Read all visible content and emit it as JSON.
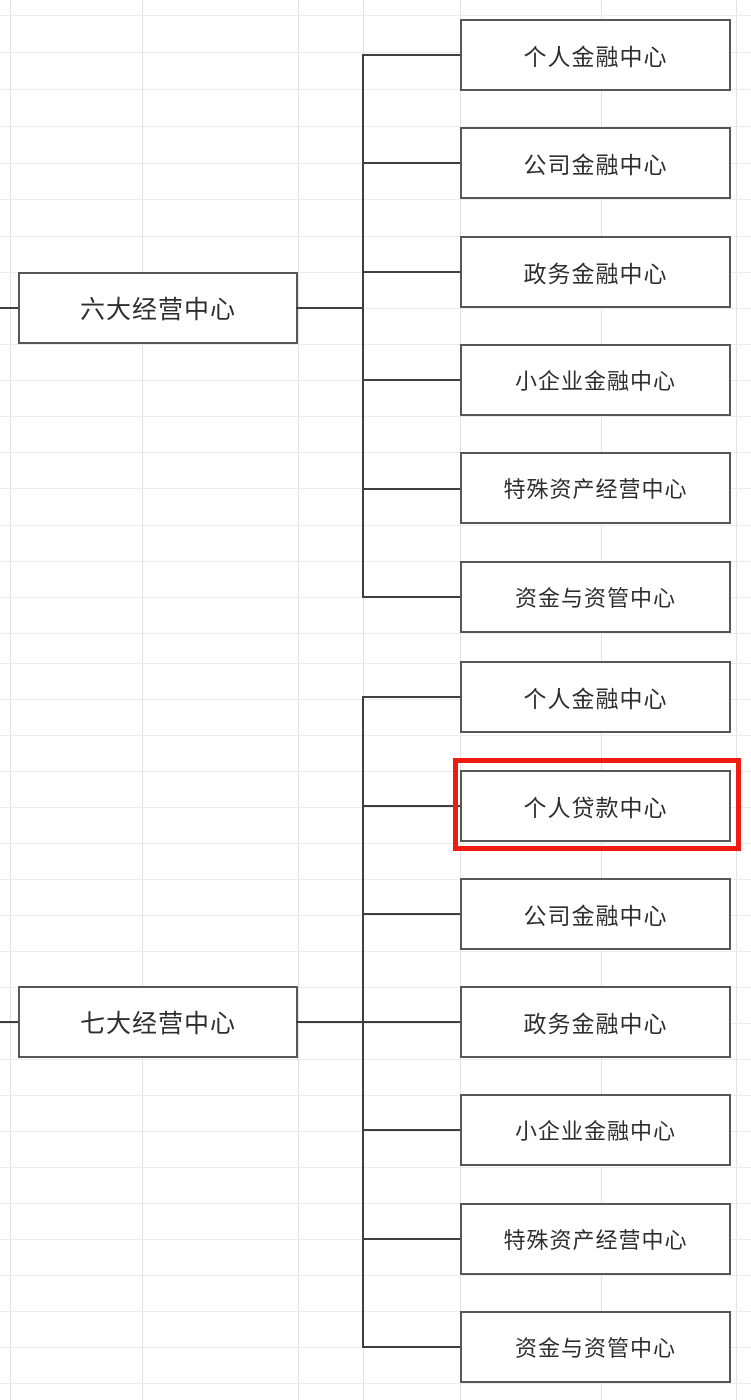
{
  "diagram": {
    "type": "org-chart",
    "title_visible": false,
    "background": "#ffffff",
    "grid_color": "#e6e6e6",
    "box_border_color": "#575757",
    "connector_color": "#3f3f3f",
    "text_color": "#2e2e2e",
    "highlight_color": "#f01c10",
    "sections": [
      {
        "id": "six-centers",
        "parent": {
          "label": "六大经营中心"
        },
        "children": [
          {
            "label": "个人金融中心",
            "highlighted": false
          },
          {
            "label": "公司金融中心",
            "highlighted": false
          },
          {
            "label": "政务金融中心",
            "highlighted": false
          },
          {
            "label": "小企业金融中心",
            "highlighted": false
          },
          {
            "label": "特殊资产经营中心",
            "highlighted": false
          },
          {
            "label": "资金与资管中心",
            "highlighted": false
          }
        ]
      },
      {
        "id": "seven-centers",
        "parent": {
          "label": "七大经营中心"
        },
        "children": [
          {
            "label": "个人金融中心",
            "highlighted": false
          },
          {
            "label": "个人贷款中心",
            "highlighted": true
          },
          {
            "label": "公司金融中心",
            "highlighted": false
          },
          {
            "label": "政务金融中心",
            "highlighted": false
          },
          {
            "label": "小企业金融中心",
            "highlighted": false
          },
          {
            "label": "特殊资产经营中心",
            "highlighted": false
          },
          {
            "label": "资金与资管中心",
            "highlighted": false
          }
        ]
      }
    ]
  }
}
